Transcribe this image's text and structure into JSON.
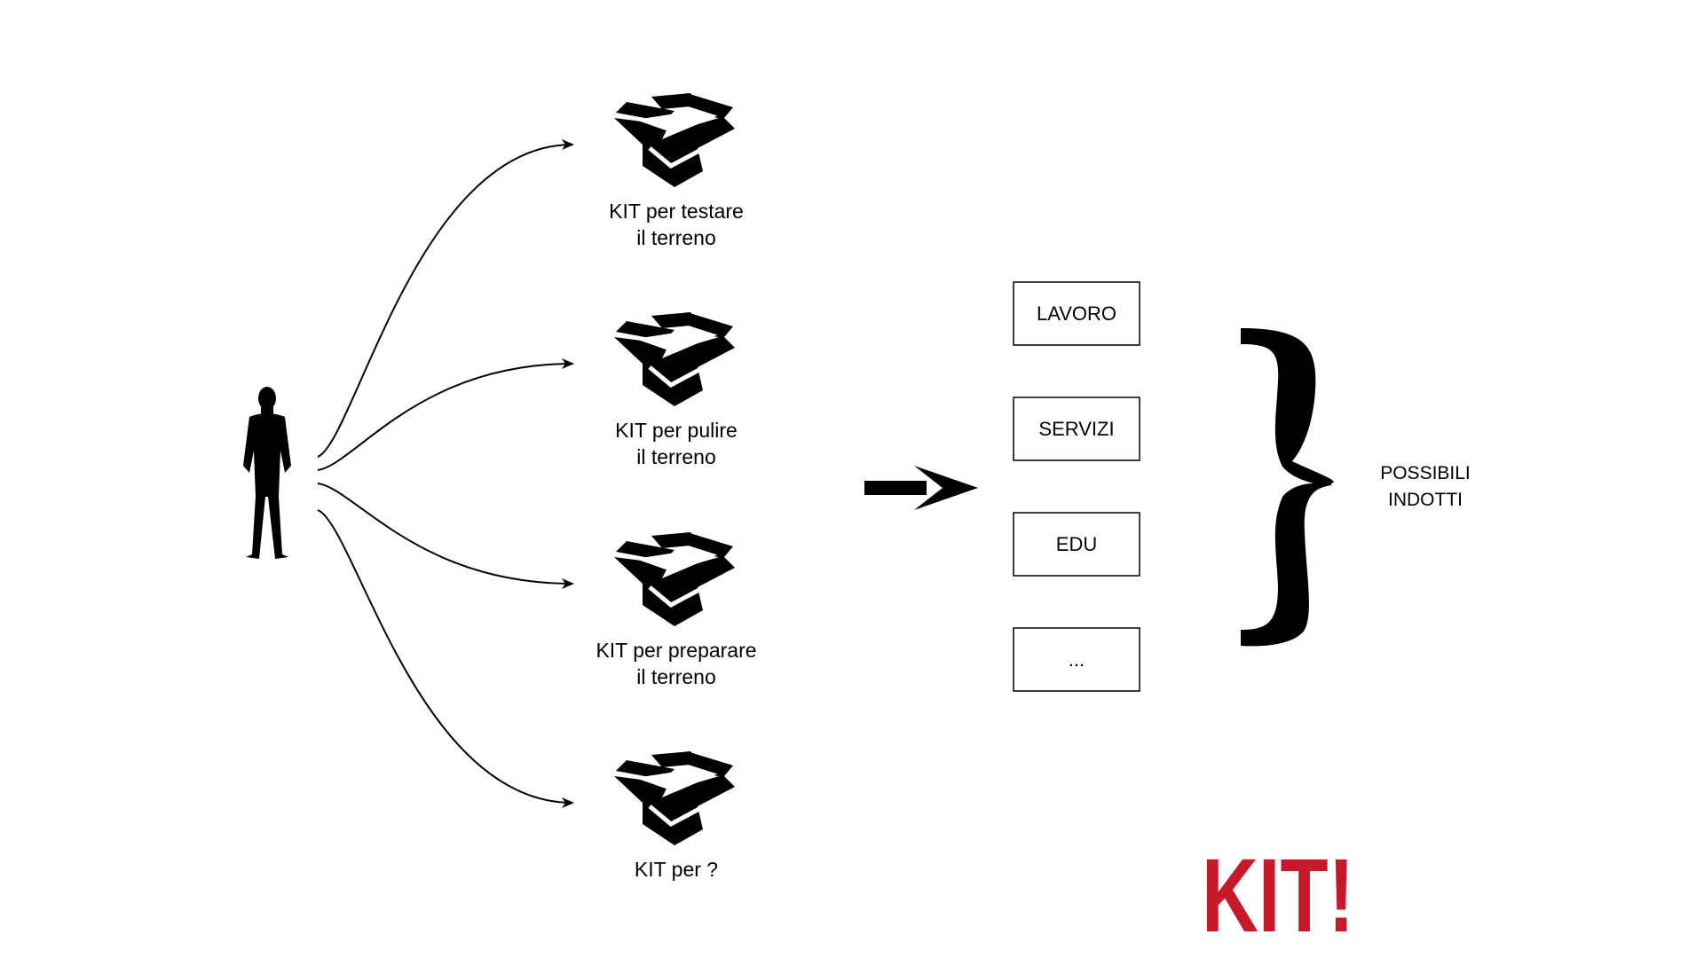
{
  "kits": [
    {
      "line1": "KIT per testare",
      "line2": "il terreno",
      "icon": "open-box-icon"
    },
    {
      "line1": "KIT per pulire",
      "line2": "il terreno",
      "icon": "open-box-icon"
    },
    {
      "line1": "KIT per preparare",
      "line2": "il terreno",
      "icon": "open-box-icon"
    },
    {
      "line1": "KIT per ?",
      "line2": "",
      "icon": "open-box-icon"
    }
  ],
  "outcomes": [
    "LAVORO",
    "SERVIZI",
    "EDU",
    "..."
  ],
  "result": {
    "line1": "POSSIBILI",
    "line2": "INDOTTI"
  },
  "logo": {
    "text": "KIT!",
    "color": "#c8192b"
  },
  "icons": {
    "person": "person-silhouette-icon",
    "arrow": "right-arrow-icon",
    "brace": "right-curly-brace"
  }
}
